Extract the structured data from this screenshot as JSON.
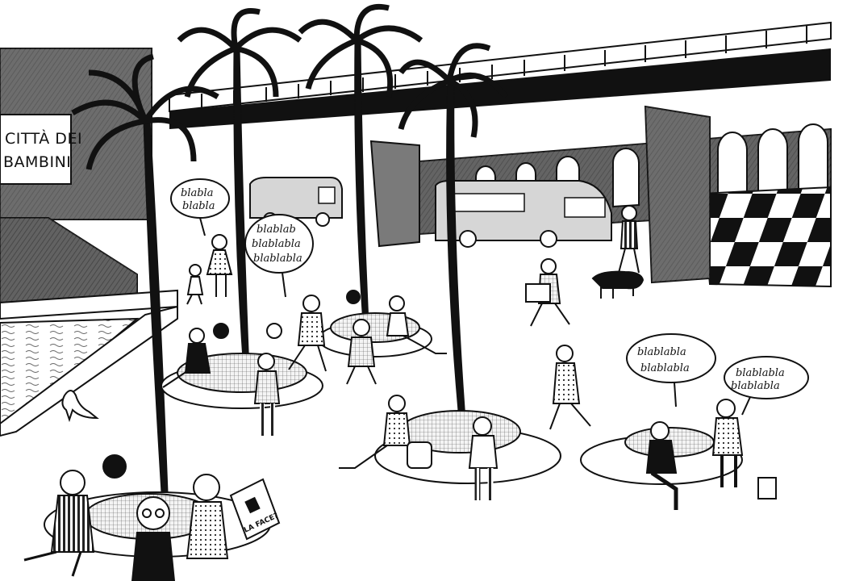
{
  "scene": {
    "sign": {
      "line1": "CITTÀ DEI",
      "line2": "BAMBINI"
    },
    "bubbles": [
      {
        "lines": [
          "blabla",
          "blabla"
        ]
      },
      {
        "lines": [
          "blablab",
          "blablabla",
          "blablabla"
        ]
      },
      {
        "lines": [
          "blablabla",
          "blablabla"
        ]
      },
      {
        "lines": [
          "blablabla",
          "blablabla"
        ]
      }
    ],
    "newspaper": {
      "headline": "LA FACE?"
    }
  },
  "colors": {
    "ink": "#111111",
    "paper": "#ffffff",
    "wall_gray": "#6e6e6e",
    "light_gray": "#d6d6d6"
  }
}
